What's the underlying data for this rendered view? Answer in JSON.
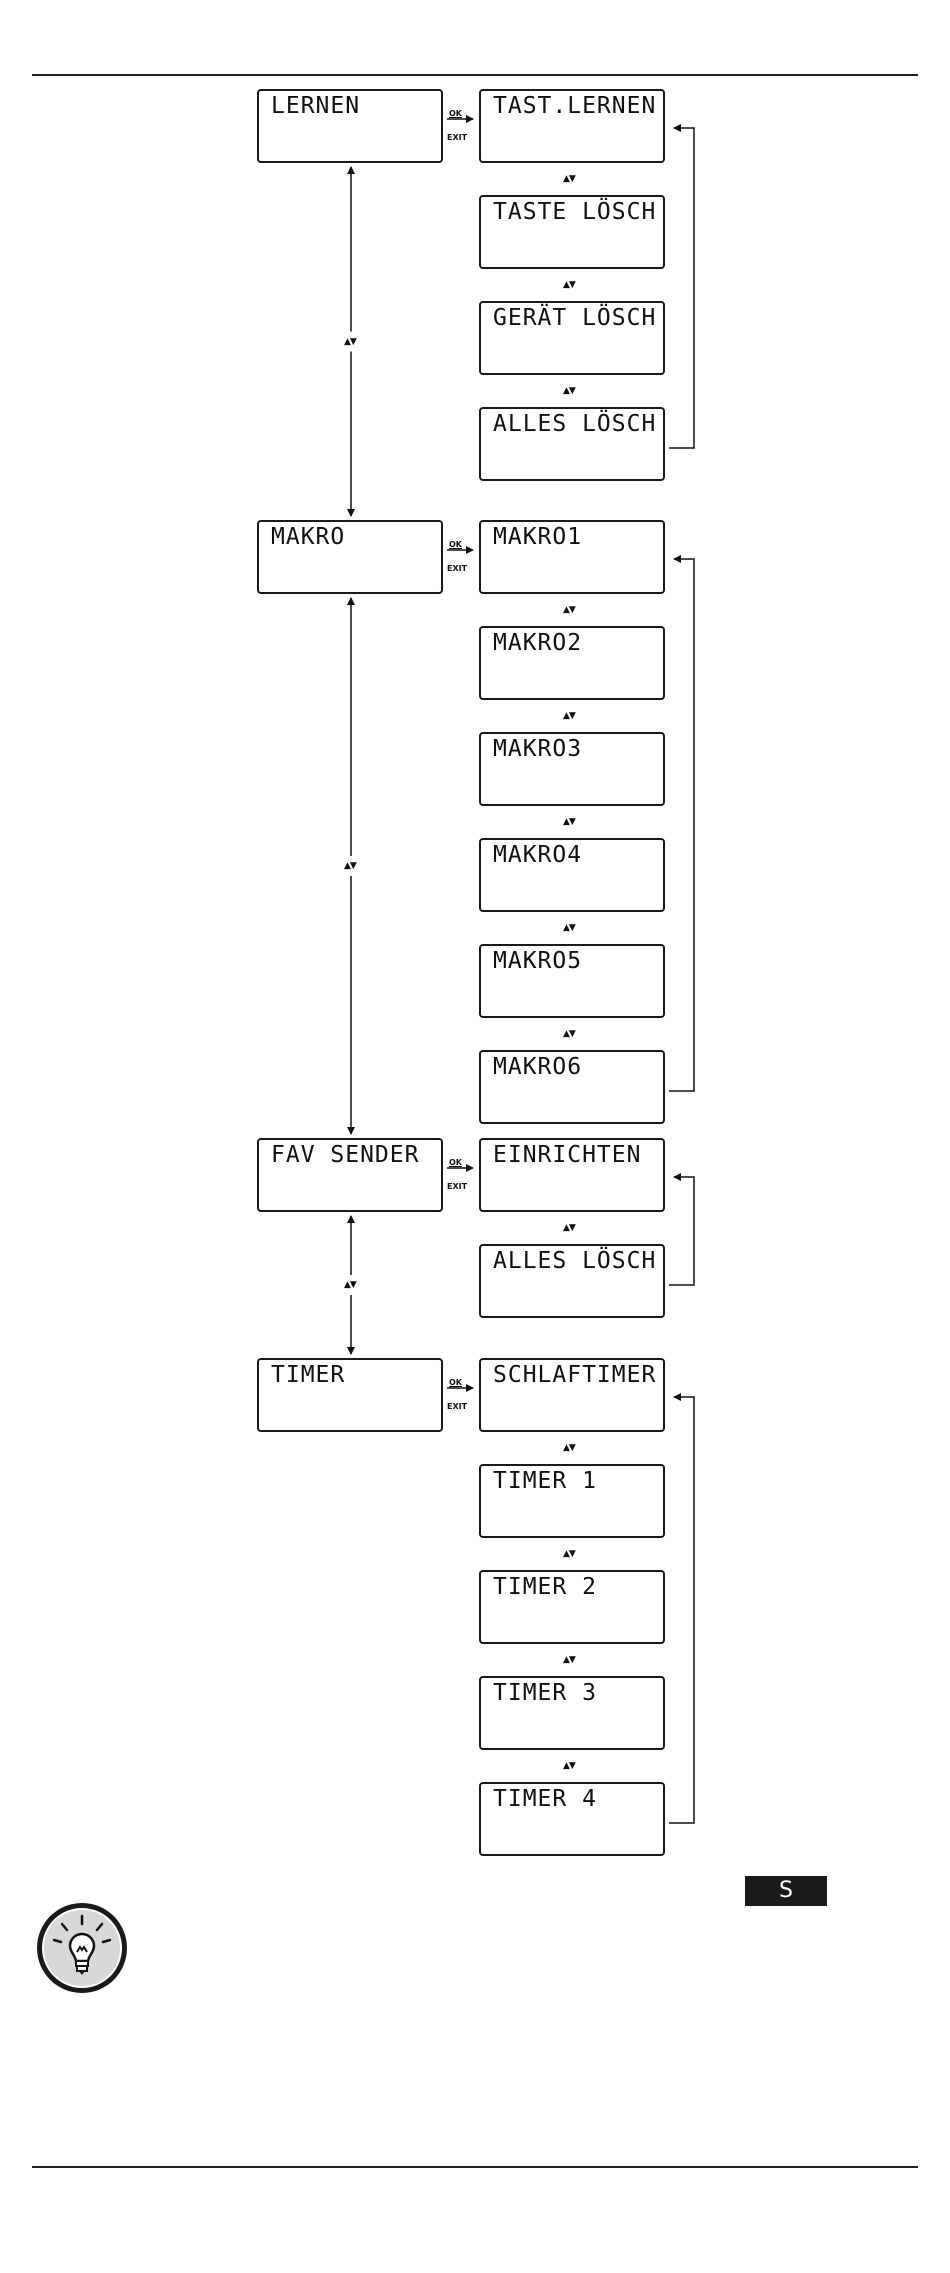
{
  "menus": [
    {
      "main": "LERNEN",
      "subs": [
        "TAST.LERNEN",
        "TASTE LÖSCH",
        "GERÄT LÖSCH",
        "ALLES LÖSCH"
      ]
    },
    {
      "main": "MAKRO",
      "subs": [
        "MAKRO1",
        "MAKRO2",
        "MAKRO3",
        "MAKRO4",
        "MAKRO5",
        "MAKRO6"
      ]
    },
    {
      "main": "FAV SENDER",
      "subs": [
        "EINRICHTEN",
        "ALLES LÖSCH"
      ]
    },
    {
      "main": "TIMER",
      "subs": [
        "SCHLAFTIMER",
        "TIMER 1",
        "TIMER 2",
        "TIMER 3",
        "TIMER 4"
      ]
    }
  ],
  "key_labels": {
    "ok": "OK",
    "exit": "EXIT"
  },
  "nav_symbol": "▲▼",
  "language_badge": "S",
  "icons": {
    "tip": "lightbulb-icon"
  }
}
